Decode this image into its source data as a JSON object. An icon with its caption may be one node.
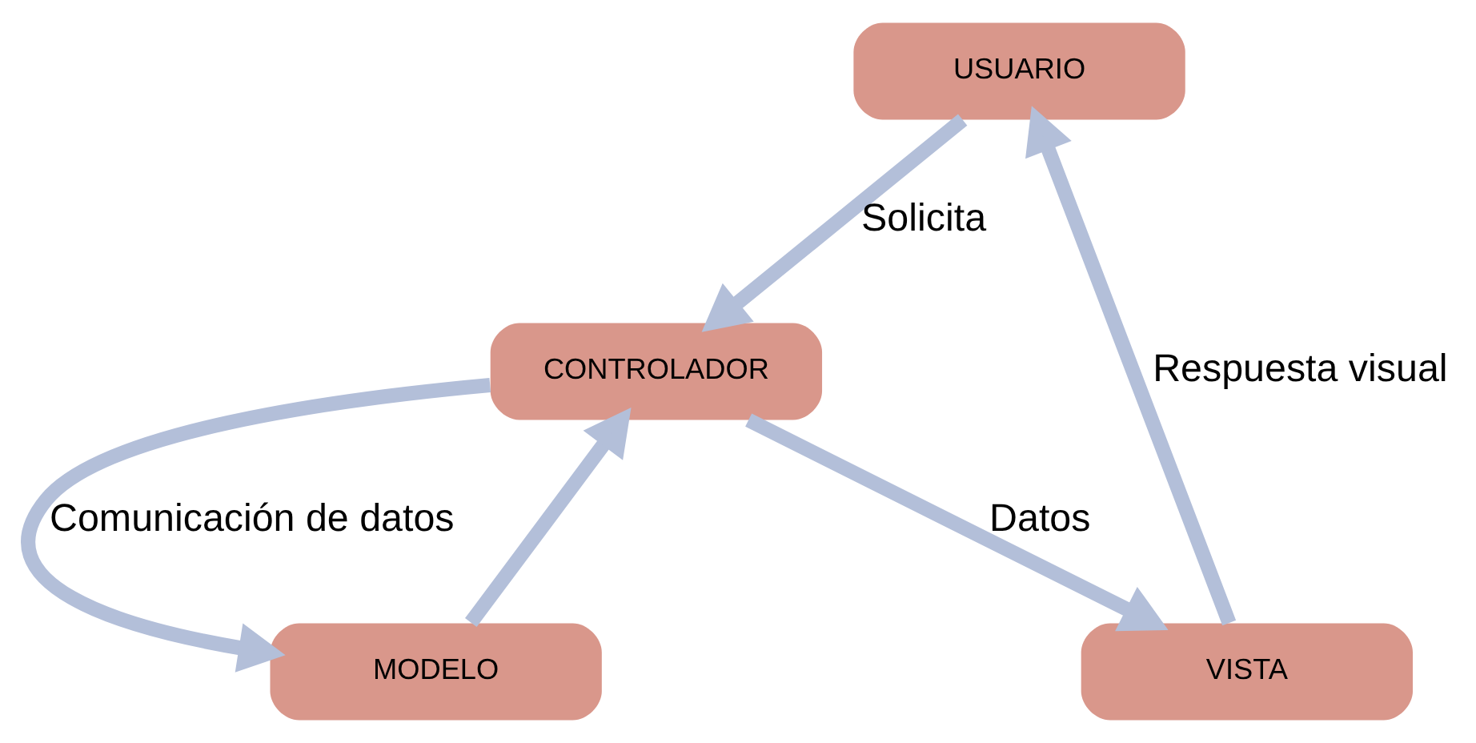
{
  "diagram": {
    "nodes": [
      {
        "text": [
          "USUARIO"
        ]
      },
      {
        "text": [
          "CONTROLADOR"
        ]
      },
      {
        "text": [
          "MODELO"
        ]
      },
      {
        "text": [
          "VISTA"
        ]
      }
    ],
    "edges": [
      {
        "from": 0,
        "to": 1,
        "arrow": "to",
        "label": "Solicita"
      },
      {
        "from": 1,
        "to": 3,
        "arrow": "to",
        "label": "Datos"
      },
      {
        "from": 3,
        "to": 0,
        "arrow": "to",
        "label": "Respuesta visual"
      },
      {
        "from": 1,
        "to": 2,
        "arrow": "to",
        "label": "Comunicación de datos"
      },
      {
        "from": 2,
        "to": 1,
        "arrow": "to"
      }
    ]
  }
}
